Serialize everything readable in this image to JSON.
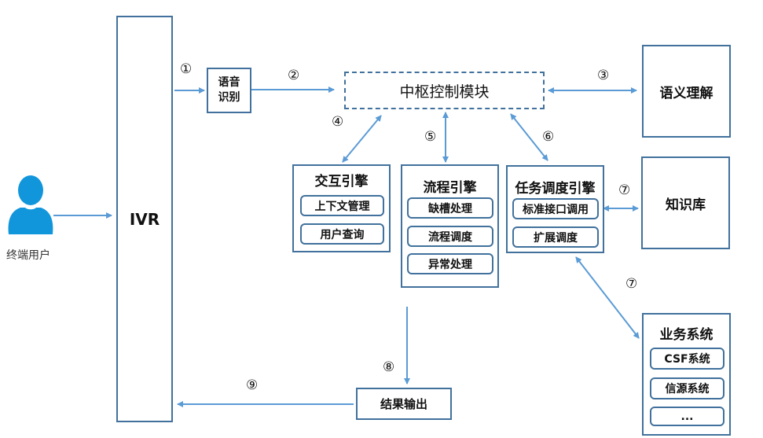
{
  "colors": {
    "line": "#5b9bd5",
    "border": "#41719c",
    "user_icon": "#1296db"
  },
  "user": {
    "label": "终端用户",
    "icon": "user-icon"
  },
  "ivr": {
    "label": "IVR"
  },
  "asr": {
    "label_line1": "语音",
    "label_line2": "识别"
  },
  "central": {
    "label": "中枢控制模块"
  },
  "nlu": {
    "label": "语义理解"
  },
  "kb": {
    "label": "知识库"
  },
  "interaction_engine": {
    "title": "交互引擎",
    "items": [
      "上下文管理",
      "用户查询"
    ]
  },
  "flow_engine": {
    "title": "流程引擎",
    "items": [
      "缺槽处理",
      "流程调度",
      "异常处理"
    ]
  },
  "task_engine": {
    "title": "任务调度引擎",
    "items": [
      "标准接口调用",
      "扩展调度"
    ]
  },
  "business": {
    "title": "业务系统",
    "items": [
      "CSF系统",
      "信源系统",
      "..."
    ]
  },
  "output": {
    "label": "结果输出"
  },
  "steps": [
    "①",
    "②",
    "③",
    "④",
    "⑤",
    "⑥",
    "⑦",
    "⑦",
    "⑧",
    "⑨"
  ]
}
